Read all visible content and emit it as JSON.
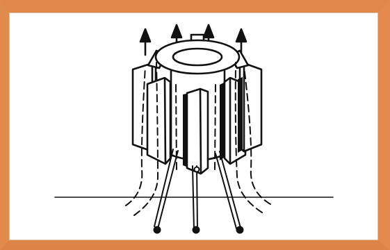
{
  "figure": {
    "subject": "impeller-on-shaft-flow-illustration",
    "colors": {
      "frame": "#e48a4e",
      "panel": "#ffffff",
      "ink": "#111111"
    },
    "arrow_count": 4,
    "wire_count": 3,
    "blade_count": 8
  }
}
